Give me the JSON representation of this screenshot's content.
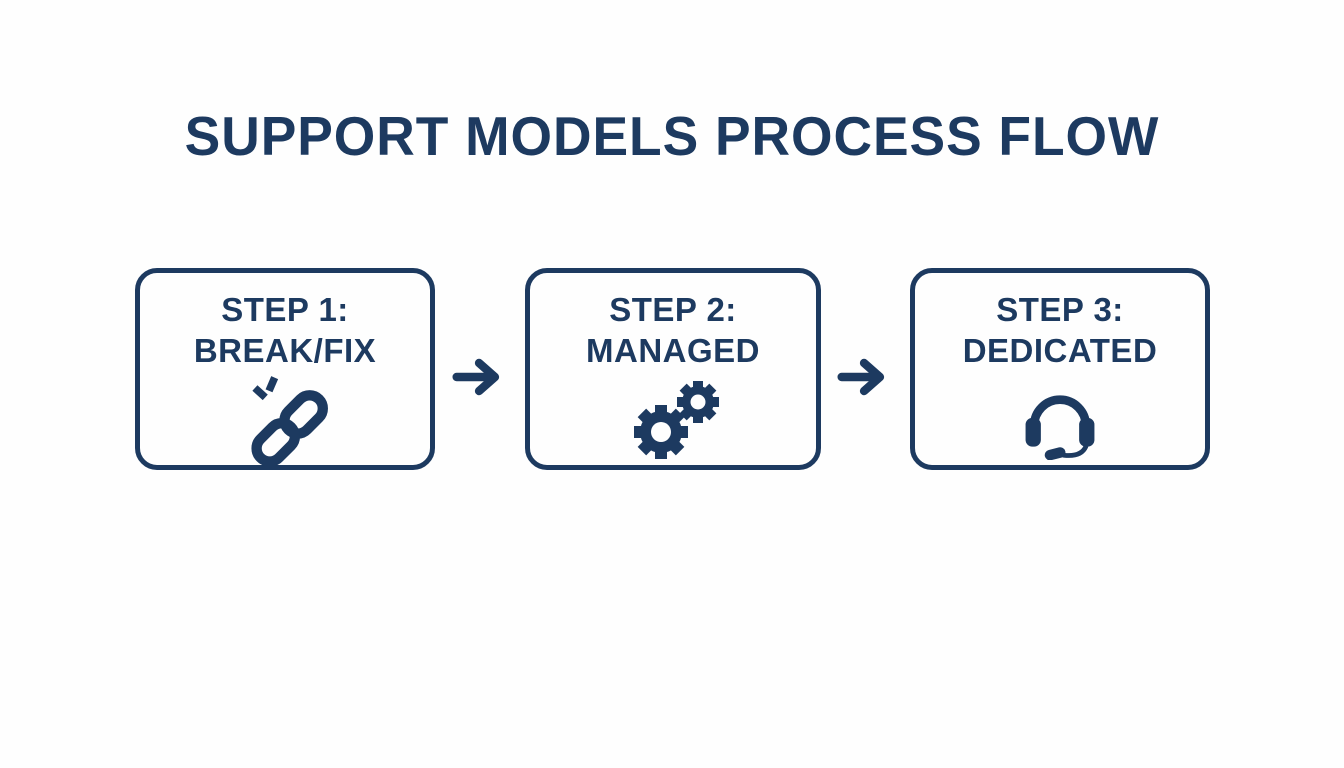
{
  "page": {
    "title": "SUPPORT MODELS PROCESS FLOW"
  },
  "colors": {
    "navy": "#1d3a60",
    "background": "#fefefe"
  },
  "steps": [
    {
      "line1": "STEP 1:",
      "line2": "BREAK/FIX",
      "icon": "broken-chain-link-icon"
    },
    {
      "line1": "STEP 2:",
      "line2": "MANAGED",
      "icon": "gears-icon"
    },
    {
      "line1": "STEP 3:",
      "line2": "DEDICATED",
      "icon": "headset-icon"
    }
  ],
  "arrows": [
    {
      "icon": "arrow-right-icon",
      "direction": "right"
    },
    {
      "icon": "arrow-right-icon",
      "direction": "right"
    }
  ]
}
